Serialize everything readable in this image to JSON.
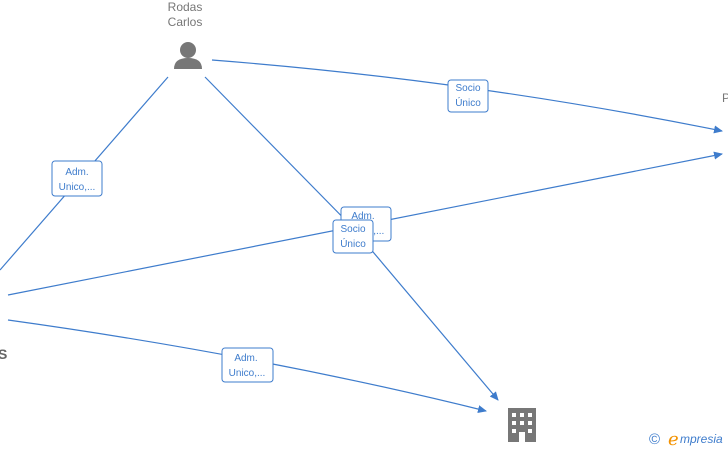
{
  "nodes": {
    "person": {
      "name_line1": "Rodas",
      "name_line2": "Carlos",
      "icon": "person-icon"
    },
    "right_partial": {
      "label": "P"
    },
    "left_partial": {
      "label": "S"
    },
    "company": {
      "icon": "building-icon"
    }
  },
  "edges": [
    {
      "id": "edge-person-to-right",
      "label_line1": "Socio",
      "label_line2": "Único"
    },
    {
      "id": "edge-person-to-left",
      "label_line1": "Adm.",
      "label_line2": "Unico,..."
    },
    {
      "id": "edge-person-to-company-adm",
      "label_line1": "Adm.",
      "label_line2": "Unico,..."
    },
    {
      "id": "edge-person-to-company-socio",
      "label_line1": "Socio",
      "label_line2": "Único"
    },
    {
      "id": "edge-left-to-company",
      "label_line1": "Adm.",
      "label_line2": "Unico,..."
    },
    {
      "id": "edge-left-to-right",
      "label_line1": "",
      "label_line2": ""
    }
  ],
  "watermark": {
    "copyright": "©",
    "brand_initial": "e",
    "brand_rest": "mpresia"
  },
  "colors": {
    "edge": "#3e7ccc",
    "icon": "#777777",
    "brand_orange": "#f39200"
  }
}
